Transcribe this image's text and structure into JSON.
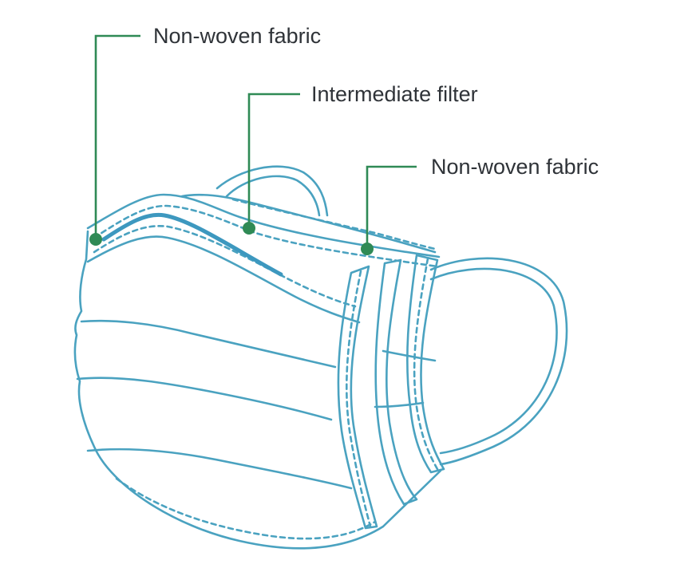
{
  "labels": {
    "outer_layer": "Non-woven fabric",
    "middle_layer": "Intermediate filter",
    "inner_layer": "Non-woven fabric"
  },
  "colors": {
    "mask_outline": "#4aa2c0",
    "nose_wire": "#3d98bf",
    "callout": "#2f8a55",
    "text": "#2f3338"
  },
  "icons": {
    "mask": "surgical-mask-illustration"
  }
}
